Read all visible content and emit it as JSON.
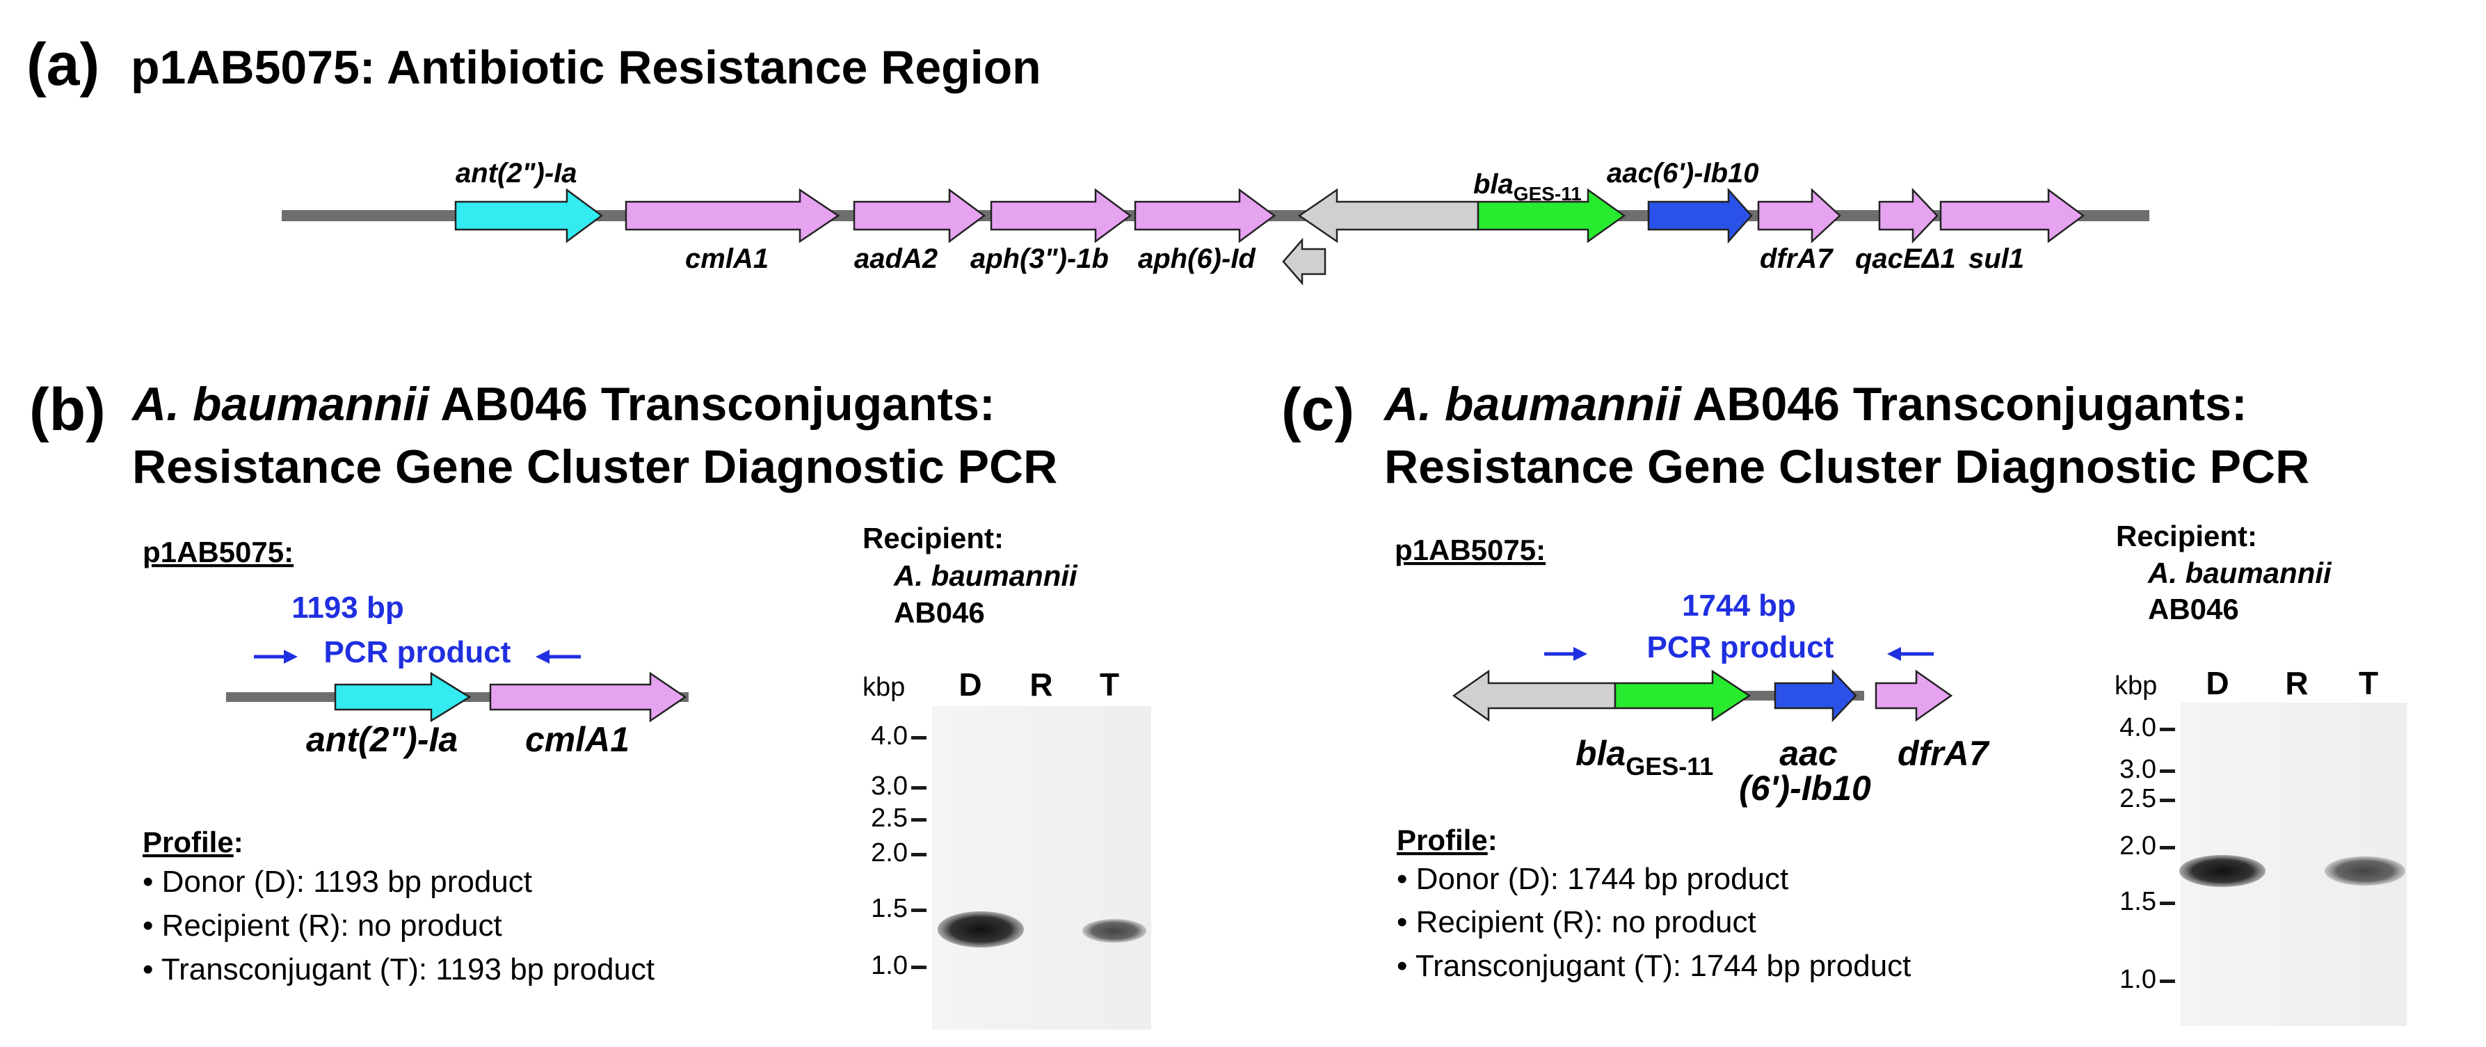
{
  "panel_a": {
    "letter": "(a)",
    "title": "p1AB5075: Antibiotic Resistance Region",
    "genes": [
      "ant(2\")-Ia",
      "cmlA1",
      "aadA2",
      "aph(3\")-1b",
      "aph(6)-Id",
      "bla",
      "aac(6')-Ib10",
      "dfrA7",
      "qacEΔ1",
      "sul1"
    ],
    "bla_subscript": "GES-11"
  },
  "panel_b": {
    "letter": "(b)",
    "title_italic": "A. baumannii",
    "title_rest": " AB046 Transconjugants:",
    "title_line2": "Resistance Gene Cluster Diagnostic PCR",
    "map_label": "p1AB5075:",
    "product_size": "1193 bp",
    "product_label": "PCR product",
    "genes": [
      "ant(2\")-Ia",
      "cmlA1"
    ],
    "profile_title": "Profile",
    "profile_colon": ":",
    "profile_items": [
      "• Donor (D): 1193 bp product",
      "• Recipient (R): no product",
      "• Transconjugant (T): 1193 bp product"
    ],
    "recipient_title": "Recipient:",
    "recipient_species": "A. baumannii",
    "recipient_strain": "AB046",
    "unit": "kbp",
    "lanes": [
      "D",
      "R",
      "T"
    ],
    "ladder": [
      "4.0",
      "3.0",
      "2.5",
      "2.0",
      "1.5",
      "1.0"
    ]
  },
  "panel_c": {
    "letter": "(c)",
    "title_italic": "A. baumannii",
    "title_rest": " AB046 Transconjugants:",
    "title_line2": "Resistance Gene Cluster Diagnostic PCR",
    "map_label": "p1AB5075:",
    "product_size": "1744 bp",
    "product_label": "PCR product",
    "gene_bla": "bla",
    "bla_subscript": "GES-11",
    "gene_aac_1": "aac",
    "gene_aac_2": "(6')-Ib10",
    "gene_dfr": "dfrA7",
    "profile_title": "Profile",
    "profile_colon": ":",
    "profile_items": [
      "• Donor (D): 1744 bp product",
      "• Recipient (R): no product",
      "• Transconjugant (T): 1744 bp product"
    ],
    "recipient_title": "Recipient:",
    "recipient_species": "A. baumannii",
    "recipient_strain": "AB046",
    "unit": "kbp",
    "lanes": [
      "D",
      "R",
      "T"
    ],
    "ladder": [
      "4.0",
      "3.0",
      "2.5",
      "2.0",
      "1.5",
      "1.0"
    ]
  },
  "colors": {
    "backbone": "#6e6e6e",
    "cyan_gene": "#33ebf0",
    "pink_gene": "#e5a3f0",
    "green_gene": "#28ea2f",
    "blue_gene": "#2a52e8",
    "gray_gene": "#d0d0d0",
    "primer_blue": "#1f2fe0"
  }
}
